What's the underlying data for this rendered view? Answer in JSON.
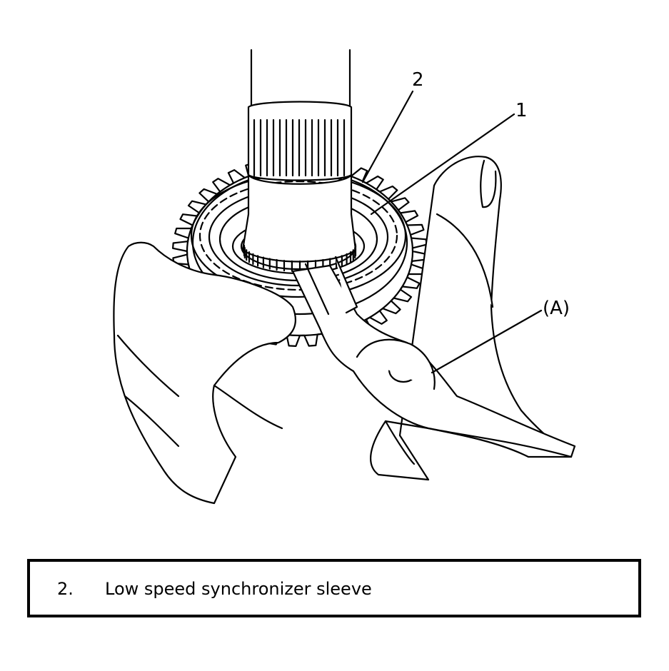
{
  "figure": {
    "callouts": {
      "part_1": "1",
      "part_2": "2",
      "tool_a": "(A)"
    }
  },
  "legend": {
    "number": "2.",
    "text": "Low speed synchronizer sleeve"
  }
}
